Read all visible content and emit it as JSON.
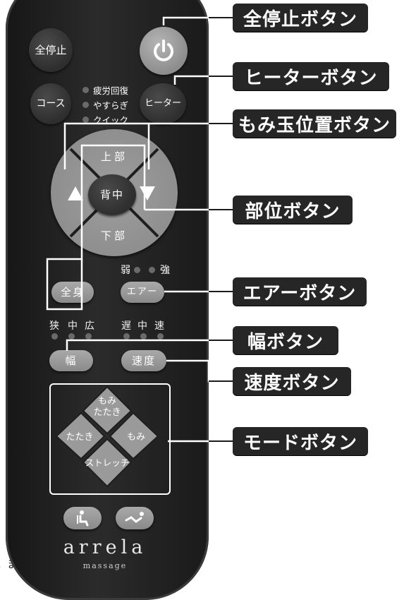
{
  "remote": {
    "brand": "arrela",
    "brand_sub": "massage",
    "all_stop_button": "全停止",
    "power_icon": "power-icon",
    "course_button": "コース",
    "heater_button": "ヒーター",
    "course_modes": [
      "疲労回復",
      "やすらぎ",
      "クイック"
    ],
    "dpad": {
      "up": "上部",
      "center": "背中",
      "down": "下部",
      "left_icon": "triangle-up-icon",
      "right_icon": "triangle-down-icon"
    },
    "full_body_button": "全身",
    "air_button": "エアー",
    "air_levels": {
      "weak": "弱",
      "strong": "強"
    },
    "width_labels": [
      "狭",
      "中",
      "広"
    ],
    "speed_labels": [
      "遅",
      "中",
      "速"
    ],
    "width_button": "幅",
    "speed_button": "速度",
    "modes": {
      "top": "もみ\nたたき",
      "left": "たたき",
      "right": "もみ",
      "bottom": "ストレッチ"
    },
    "bottom_icons": [
      "seat-recline-icon",
      "leg-stretch-icon"
    ]
  },
  "callouts": {
    "all_stop": "全停止ボタン",
    "heater": "ヒーターボタン",
    "position": "もみ玉位置ボタン",
    "part": "部位ボタン",
    "air": "エアーボタン",
    "width": "幅ボタン",
    "speed": "速度ボタン",
    "mode": "モードボタン"
  },
  "edge_text": "ます。"
}
